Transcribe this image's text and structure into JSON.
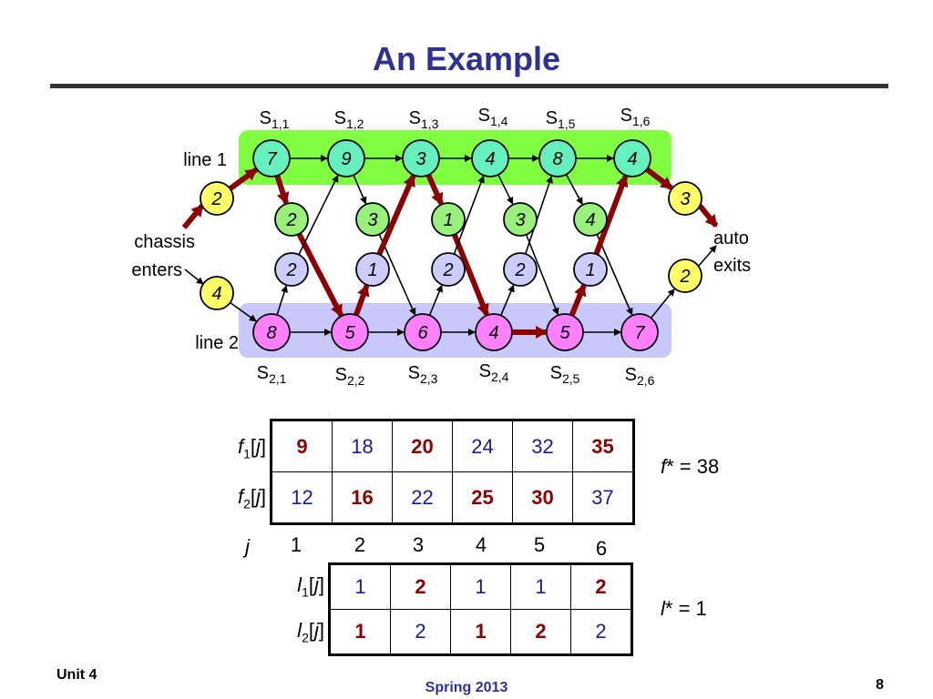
{
  "slide": {
    "title": "An Example",
    "footer_left": "Unit 4",
    "footer_center": "Spring 2013",
    "page_number": "8"
  },
  "diagram": {
    "line1_label": "line 1",
    "line2_label": "line 2",
    "chassis_label": [
      "chassis",
      "enters"
    ],
    "auto_label": [
      "auto",
      "exits"
    ],
    "line1_stations": [
      {
        "label": "S",
        "sub": "1,1",
        "value": "7"
      },
      {
        "label": "S",
        "sub": "1,2",
        "value": "9"
      },
      {
        "label": "S",
        "sub": "1,3",
        "value": "3"
      },
      {
        "label": "S",
        "sub": "1,4",
        "value": "4"
      },
      {
        "label": "S",
        "sub": "1,5",
        "value": "8"
      },
      {
        "label": "S",
        "sub": "1,6",
        "value": "4"
      }
    ],
    "line2_stations": [
      {
        "label": "S",
        "sub": "2,1",
        "value": "8"
      },
      {
        "label": "S",
        "sub": "2,2",
        "value": "5"
      },
      {
        "label": "S",
        "sub": "2,3",
        "value": "6"
      },
      {
        "label": "S",
        "sub": "2,4",
        "value": "4"
      },
      {
        "label": "S",
        "sub": "2,5",
        "value": "5"
      },
      {
        "label": "S",
        "sub": "2,6",
        "value": "7"
      }
    ],
    "entry_times": {
      "line1": "2",
      "line2": "4"
    },
    "exit_times": {
      "line1": "3",
      "line2": "2"
    },
    "transfer_1_to_2": [
      "2",
      "3",
      "1",
      "3",
      "4"
    ],
    "transfer_2_to_1": [
      "2",
      "1",
      "2",
      "2",
      "1"
    ],
    "colors": {
      "line1_band": "#7fff3f",
      "line2_band": "#c8c8fb",
      "line1_node": "#66f0c0",
      "line2_node": "#ff80ff",
      "entry_exit_node": "#ffff66",
      "transfer12_node": "#99f07a",
      "transfer21_node": "#ccccff",
      "highlight_arrow": "#8b0000"
    }
  },
  "f_table": {
    "row_labels": [
      {
        "name": "f",
        "sub": "1",
        "index": "j"
      },
      {
        "name": "f",
        "sub": "2",
        "index": "j"
      }
    ],
    "rows": [
      [
        {
          "v": "9",
          "s": "red"
        },
        {
          "v": "18",
          "s": "blue"
        },
        {
          "v": "20",
          "s": "red"
        },
        {
          "v": "24",
          "s": "blue"
        },
        {
          "v": "32",
          "s": "blue"
        },
        {
          "v": "35",
          "s": "red"
        }
      ],
      [
        {
          "v": "12",
          "s": "blue"
        },
        {
          "v": "16",
          "s": "red"
        },
        {
          "v": "22",
          "s": "blue"
        },
        {
          "v": "25",
          "s": "red"
        },
        {
          "v": "30",
          "s": "red"
        },
        {
          "v": "37",
          "s": "blue"
        }
      ]
    ],
    "j_label": "j",
    "j_values": [
      "1",
      "2",
      "3",
      "4",
      "5",
      "6"
    ],
    "f_star": {
      "symbol": "f",
      "rest": "* = 38"
    }
  },
  "l_table": {
    "row_labels": [
      {
        "name": "l",
        "sub": "1",
        "index": "j"
      },
      {
        "name": "l",
        "sub": "2",
        "index": "j"
      }
    ],
    "rows": [
      [
        {
          "v": "1",
          "s": "blue"
        },
        {
          "v": "2",
          "s": "red"
        },
        {
          "v": "1",
          "s": "blue"
        },
        {
          "v": "1",
          "s": "blue"
        },
        {
          "v": "2",
          "s": "red"
        }
      ],
      [
        {
          "v": "1",
          "s": "red"
        },
        {
          "v": "2",
          "s": "blue"
        },
        {
          "v": "1",
          "s": "red"
        },
        {
          "v": "2",
          "s": "red"
        },
        {
          "v": "2",
          "s": "blue"
        }
      ]
    ],
    "l_star": {
      "symbol": "l",
      "rest": "* = 1"
    }
  }
}
